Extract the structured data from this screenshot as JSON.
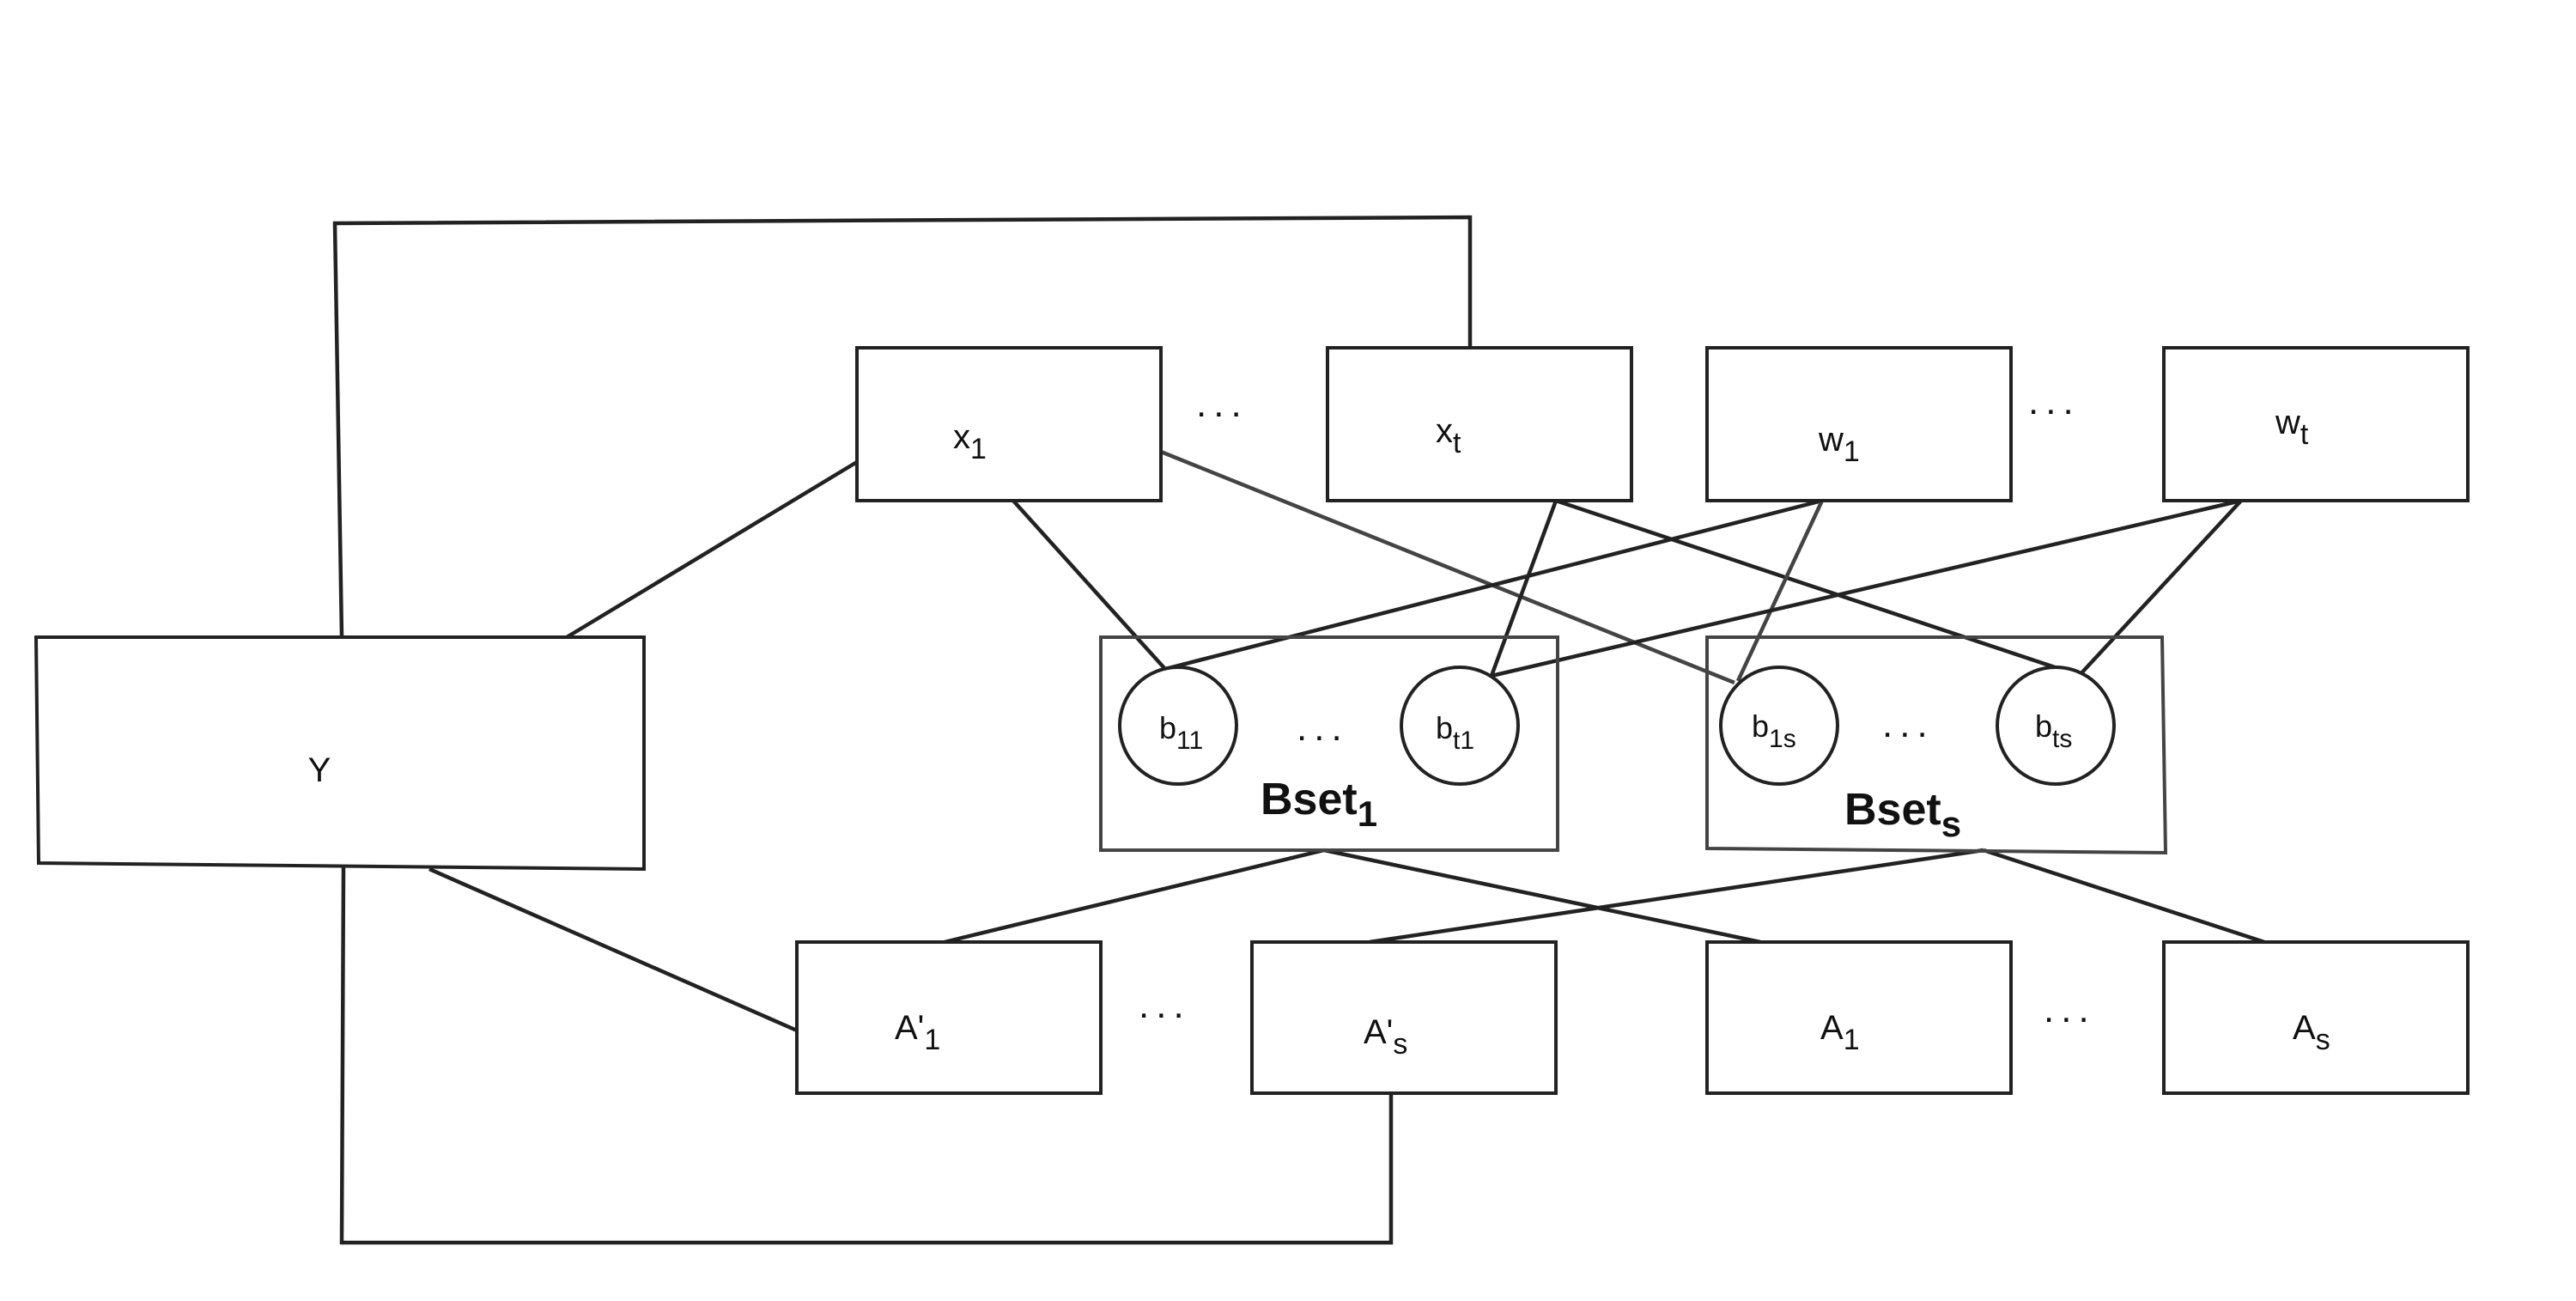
{
  "boxes": {
    "y": {
      "label": "Y"
    },
    "x1": {
      "label": "x",
      "sub": "1"
    },
    "xt": {
      "label": "x",
      "sub": "t"
    },
    "w1": {
      "label": "w",
      "sub": "1"
    },
    "wt": {
      "label": "w",
      "sub": "t"
    },
    "a_prime_1": {
      "label": "A'",
      "sub": "1"
    },
    "a_prime_s": {
      "label": "A'",
      "sub": "s"
    },
    "a1": {
      "label": "A",
      "sub": "1"
    },
    "as": {
      "label": "A",
      "sub": "s"
    }
  },
  "sets": {
    "bset1": {
      "label": "Bset",
      "sub": "1"
    },
    "bsets": {
      "label": "Bset",
      "sub": "s"
    }
  },
  "nodes": {
    "b11": {
      "label": "b",
      "sub": "11"
    },
    "bt1": {
      "label": "b",
      "sub": "t1"
    },
    "b1s": {
      "label": "b",
      "sub": "1s"
    },
    "bts": {
      "label": "b",
      "sub": "ts"
    }
  },
  "ellipsis": "..."
}
